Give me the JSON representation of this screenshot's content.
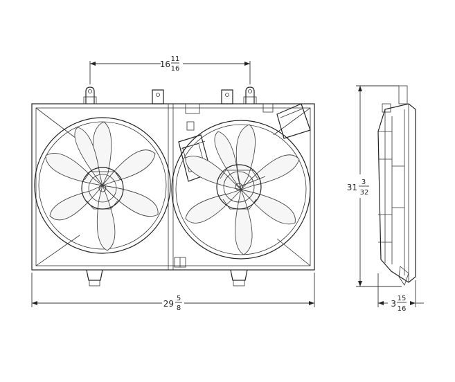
{
  "dimensions": {
    "fan_spacing": {
      "whole": "16",
      "numerator": "11",
      "denominator": "16"
    },
    "overall_width": {
      "whole": "29",
      "numerator": "5",
      "denominator": "8"
    },
    "overall_height": {
      "whole": "31",
      "numerator": "3",
      "denominator": "32"
    },
    "depth": {
      "whole": "3",
      "numerator": "15",
      "denominator": "16"
    }
  },
  "colors": {
    "line": "#222222",
    "background": "#ffffff"
  }
}
